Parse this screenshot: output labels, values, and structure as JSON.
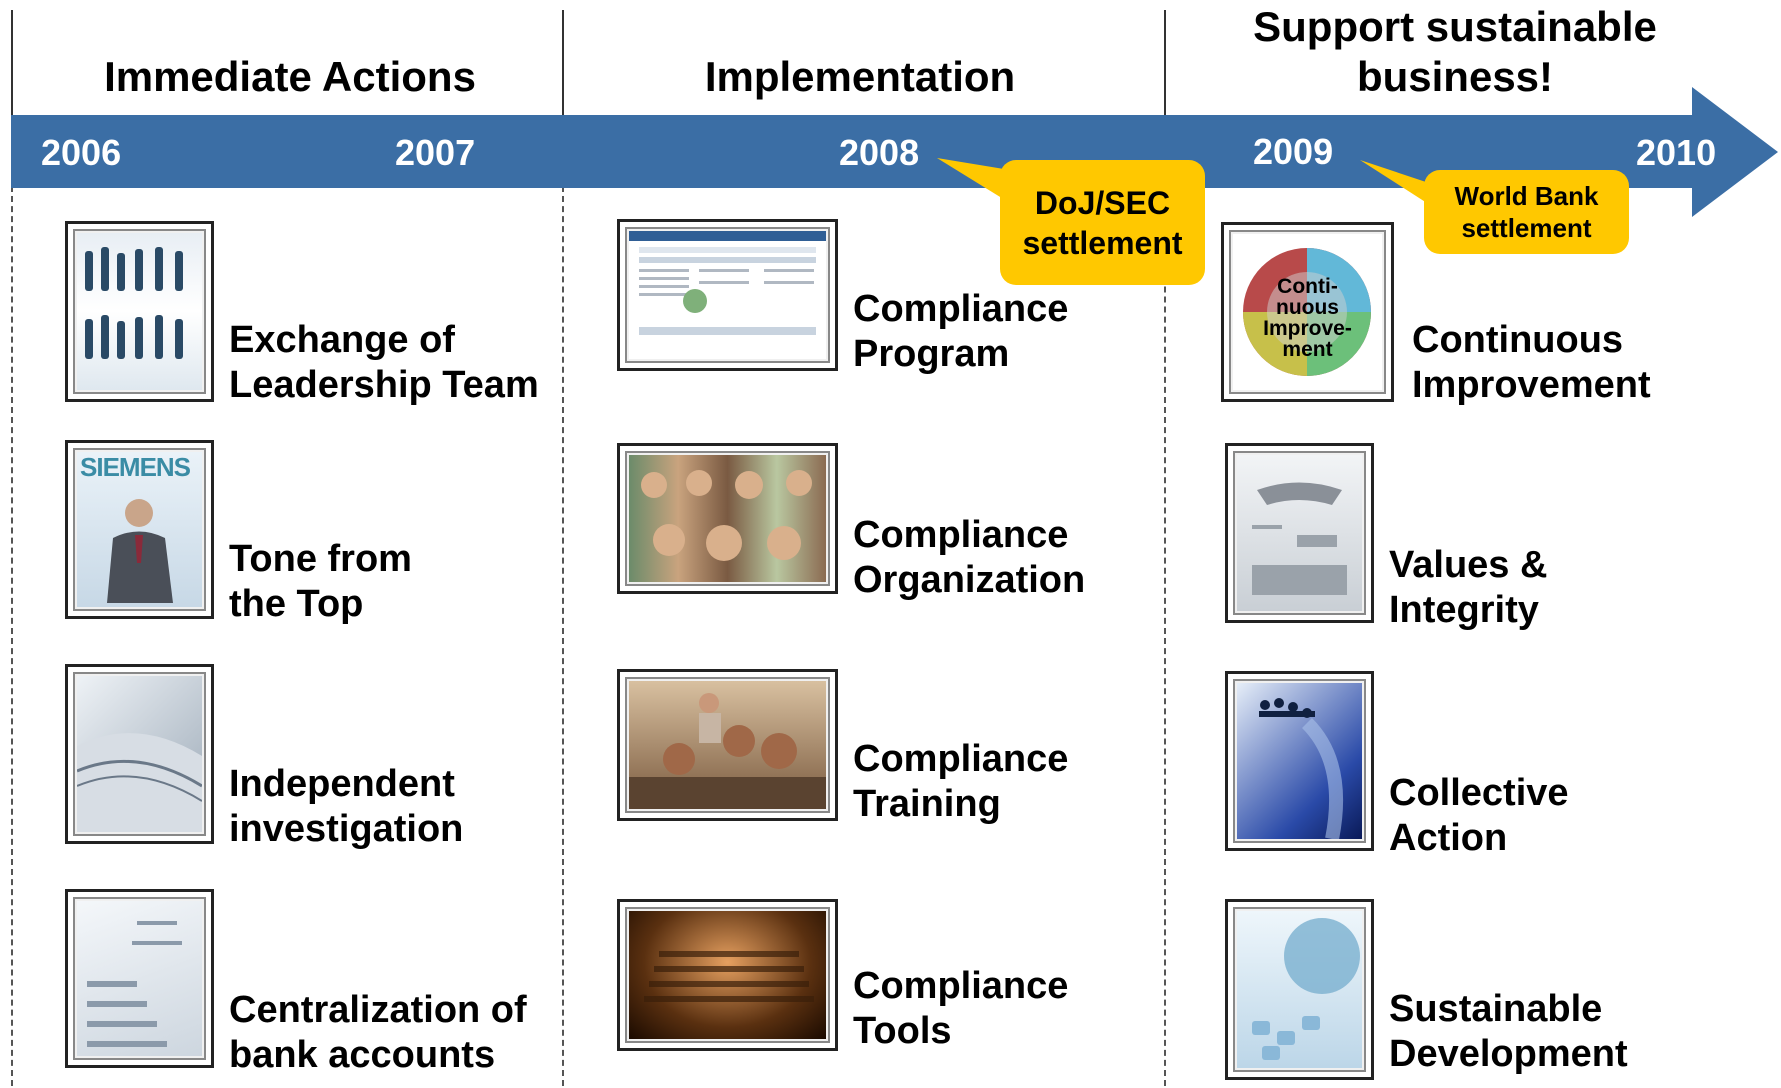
{
  "phases": [
    {
      "title": "Immediate Actions"
    },
    {
      "title": "Implementation"
    },
    {
      "title_line1": "Support sustainable",
      "title_line2": "business!"
    }
  ],
  "timeline": {
    "years": [
      "2006",
      "2007",
      "2008",
      "2009",
      "2010"
    ],
    "color": "#3b6ea5"
  },
  "callouts": [
    {
      "line1": "DoJ/SEC",
      "line2": "settlement"
    },
    {
      "line1": "World Bank",
      "line2": "settlement"
    }
  ],
  "callout_color": "#ffc800",
  "columns": [
    {
      "items": [
        {
          "icon": "people-walking-image",
          "line1": "Exchange of",
          "line2": "Leadership Team"
        },
        {
          "icon": "ceo-speaking-image",
          "brand": "SIEMENS",
          "line1": "Tone from",
          "line2": "the Top"
        },
        {
          "icon": "open-book-image",
          "line1": "Independent",
          "line2": "investigation"
        },
        {
          "icon": "bank-statement-image",
          "line1": "Centralization of",
          "line2": "bank accounts"
        }
      ]
    },
    {
      "items": [
        {
          "icon": "program-chart-image",
          "line1": "Compliance",
          "line2": "Program"
        },
        {
          "icon": "faces-collage-image",
          "line1": "Compliance",
          "line2": "Organization"
        },
        {
          "icon": "classroom-image",
          "line1": "Compliance",
          "line2": "Training"
        },
        {
          "icon": "keyboard-image",
          "line1": "Compliance",
          "line2": "Tools"
        }
      ]
    },
    {
      "items": [
        {
          "icon": "improvement-cycle-image",
          "cycle_line1": "Conti-",
          "cycle_line2": "nuous",
          "cycle_line3": "Improve-",
          "cycle_line4": "ment",
          "line1": "Continuous",
          "line2": "Improvement"
        },
        {
          "icon": "handshake-image",
          "line1": "Values &",
          "line2": "Integrity"
        },
        {
          "icon": "human-chain-image",
          "line1": "Collective",
          "line2": "Action"
        },
        {
          "icon": "globe-puzzle-image",
          "line1": "Sustainable",
          "line2": "Development"
        }
      ]
    }
  ]
}
